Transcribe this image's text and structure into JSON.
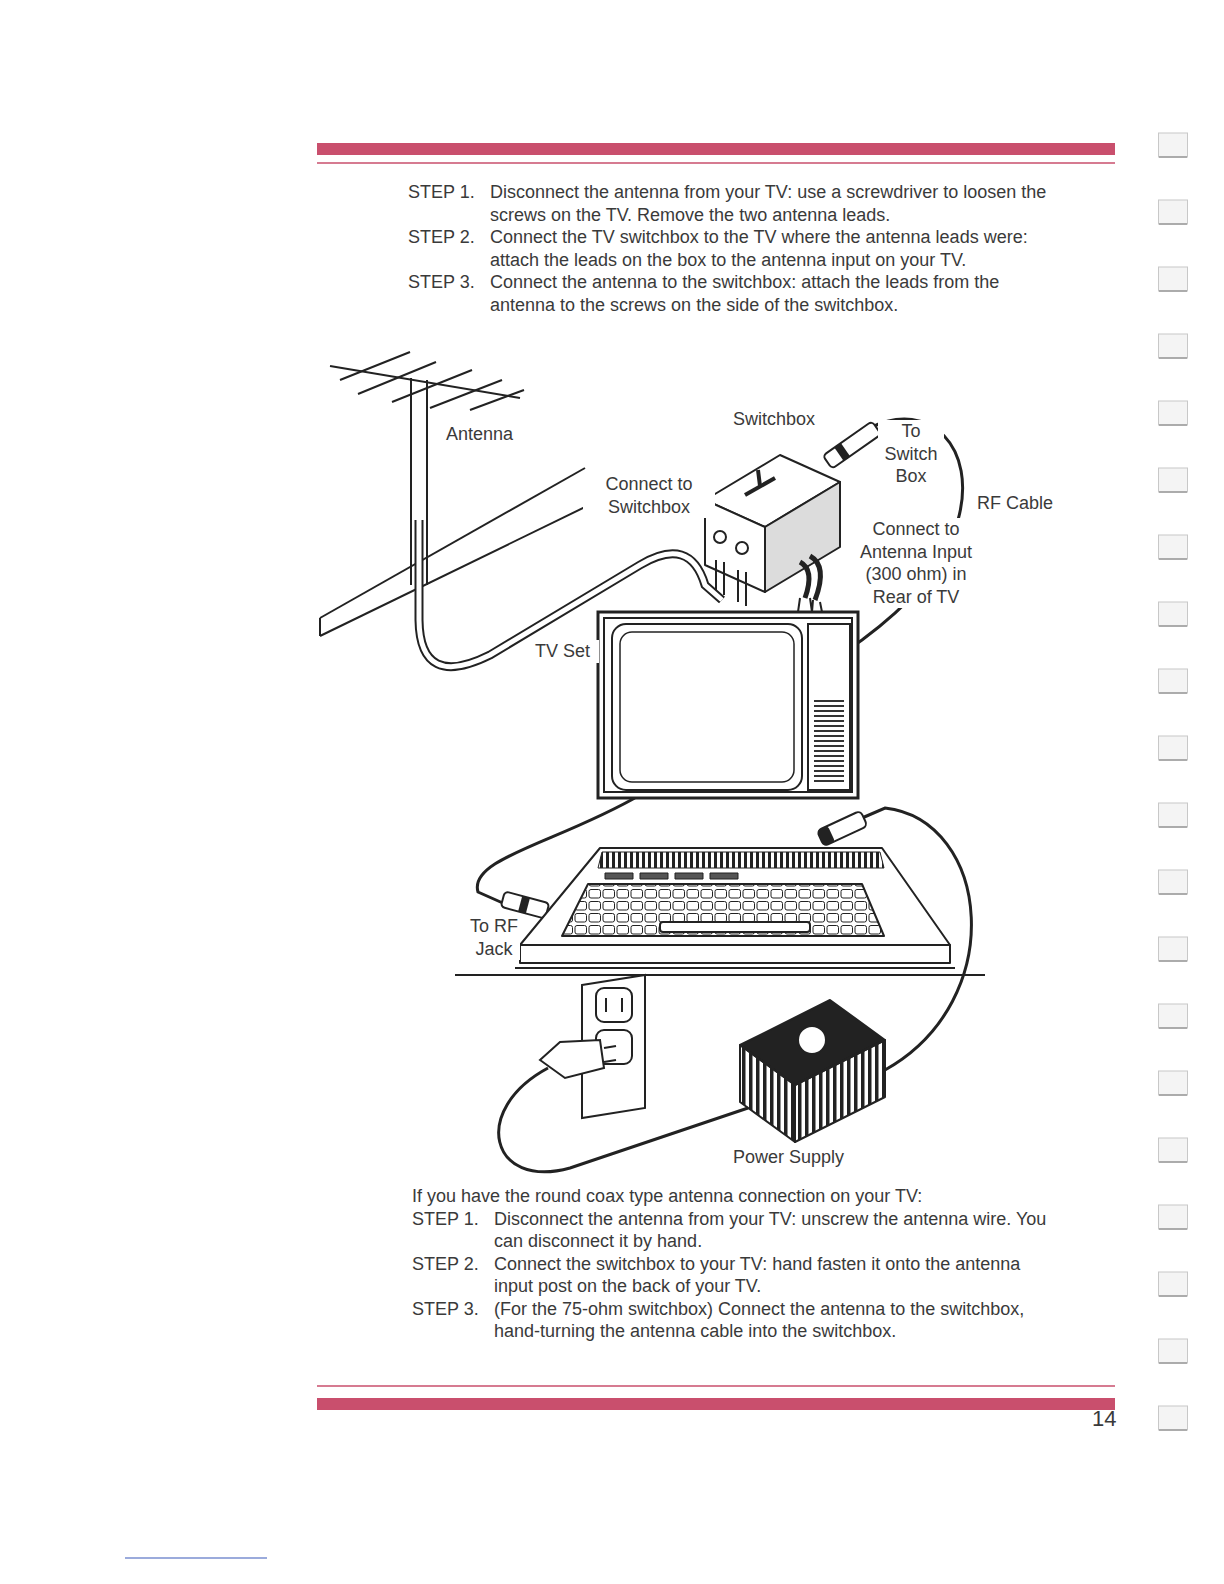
{
  "diagram": {
    "labels": [
      "STEP 1.",
      "Disconnect the antenna from your TV: use a screwdriver to loosen the screws on the TV. Remove the two antenna leads.",
      "STEP 2.",
      "Connect the TV switchbox to the TV where the antenna leads were: attach the leads on the box to the antenna input on your TV.",
      "STEP 3.",
      "Connect the antenna to the switchbox: attach the leads from the antenna to the screws on the side of the switchbox.",
      "Antenna",
      "Switchbox",
      "To Switch Box",
      "Connect to Switchbox",
      "RF Cable",
      "Connect to Antenna Input (300 ohm) in Rear of TV",
      "TV Set",
      "To RF Jack",
      "Power Supply",
      "If you have the round coax type antenna connection on your TV:",
      "STEP 1.",
      "Disconnect the antenna from your TV: unscrew the antenna wire. You can disconnect it by hand.",
      "STEP 2.",
      "Connect the switchbox to your TV: hand fasten it onto the antenna input post on the back of your TV.",
      "STEP 3.",
      "(For the 75-ohm switchbox) Connect the antenna to the switchbox, hand-turning the antenna cable into the switchbox.",
      "14"
    ]
  }
}
